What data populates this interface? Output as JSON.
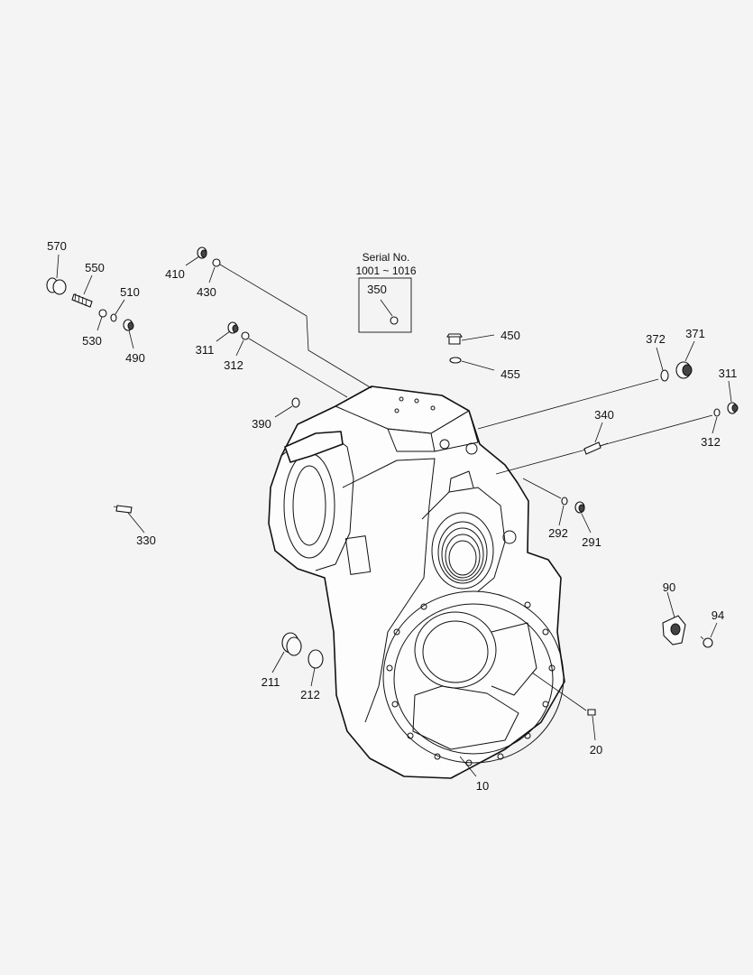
{
  "serial_note": {
    "title": "Serial No.",
    "range": "1001 ~ 1016"
  },
  "callouts": {
    "570": "570",
    "550": "550",
    "510": "510",
    "530": "530",
    "490": "490",
    "410": "410",
    "430": "430",
    "311a": "311",
    "312a": "312",
    "350": "350",
    "450": "450",
    "455": "455",
    "372": "372",
    "371": "371",
    "311b": "311",
    "312b": "312",
    "390": "390",
    "340": "340",
    "330": "330",
    "292": "292",
    "291": "291",
    "90": "90",
    "94": "94",
    "211": "211",
    "212": "212",
    "20": "20",
    "10": "10"
  }
}
